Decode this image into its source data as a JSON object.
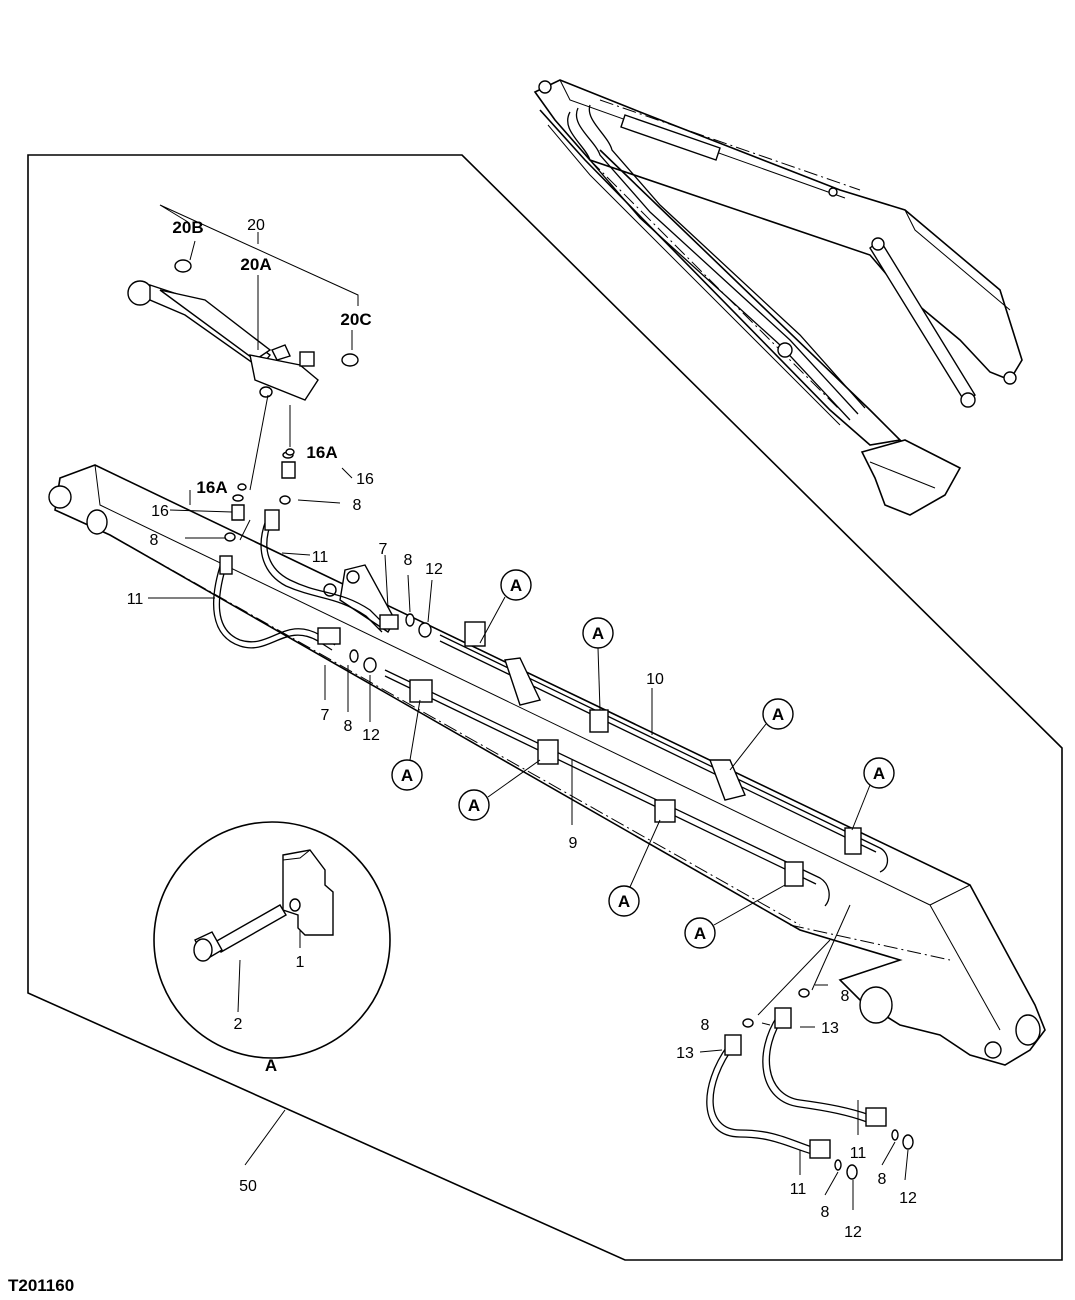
{
  "figure_id": "T201160",
  "callouts": {
    "c20": "20",
    "c20A": "20A",
    "c20B": "20B",
    "c20C": "20C",
    "c16a_1": "16A",
    "c16a_2": "16A",
    "c16_1": "16",
    "c16_2": "16",
    "c8_1": "8",
    "c8_2": "8",
    "c8_3": "8",
    "c8_4": "8",
    "c8_5": "8",
    "c8_6": "8",
    "c8_7": "8",
    "c8_8": "8",
    "c11_1": "11",
    "c11_2": "11",
    "c11_3": "11",
    "c11_4": "11",
    "c7_1": "7",
    "c7_2": "7",
    "c12_1": "12",
    "c12_2": "12",
    "c12_3": "12",
    "c12_4": "12",
    "c10": "10",
    "c9": "9",
    "c13_1": "13",
    "c13_2": "13",
    "c50": "50",
    "c1": "1",
    "c2": "2",
    "detail_label": "A"
  },
  "clamp_marker_label": "A"
}
